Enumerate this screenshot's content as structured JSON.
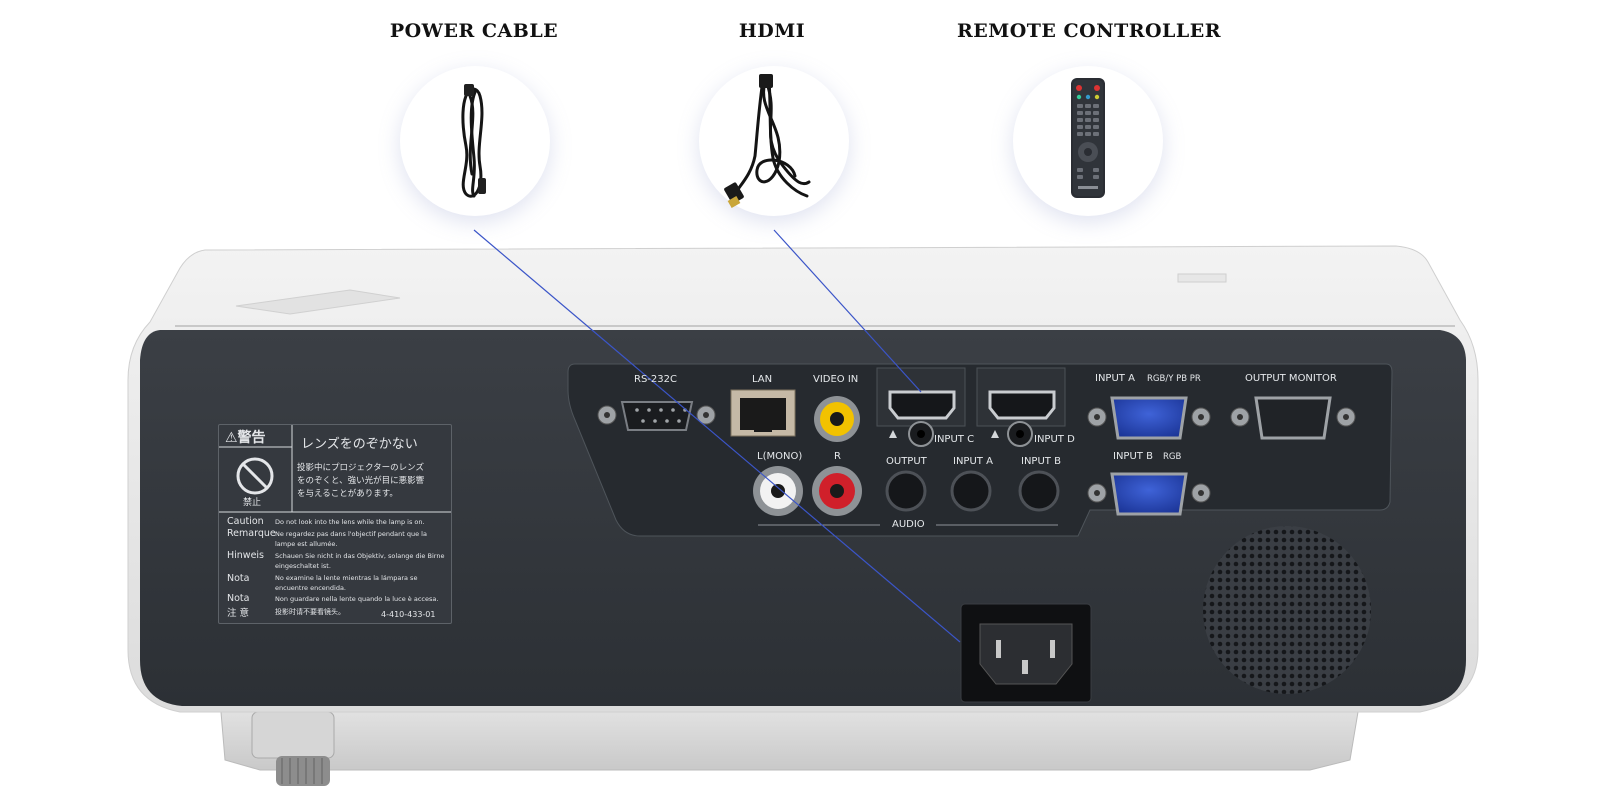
{
  "accessories": [
    {
      "label": "POWER CABLE",
      "icon": "power-cable-icon"
    },
    {
      "label": "HDMI",
      "icon": "hdmi-cable-icon"
    },
    {
      "label": "REMOTE CONTROLLER",
      "icon": "remote-controller-icon"
    }
  ],
  "ports": {
    "rs232c": "RS-232C",
    "lan": "LAN",
    "video_in": "VIDEO IN",
    "hdmi_c_input": "INPUT C",
    "hdmi_d_input": "INPUT D",
    "input_a": "INPUT A",
    "rgb_ypbpr": "RGB/Y PB PR",
    "output_monitor": "OUTPUT MONITOR",
    "l_mono": "L(MONO)",
    "r": "R",
    "output": "OUTPUT",
    "audio_input_a": "INPUT A",
    "audio_input_b": "INPUT B",
    "input_b": "INPUT B",
    "rgb": "RGB",
    "audio": "AUDIO"
  },
  "warning_label": {
    "heading_jp": "⚠警告",
    "title_jp": "レンズをのぞかない",
    "body_jp_1": "投影中にプロジェクターのレンズ",
    "body_jp_2": "をのぞくと、強い光が目に悪影響",
    "body_jp_3": "を与えることがあります。",
    "prohibited_jp": "禁止",
    "rows": [
      {
        "lang": "Caution",
        "text": "Do not look into the lens while the lamp is on."
      },
      {
        "lang": "Remarque",
        "text": "Ne regardez pas dans l'objectif pendant que la lampe est allumée."
      },
      {
        "lang": "Hinweis",
        "text": "Schauen Sie nicht in das Objektiv, solange die Birne eingeschaltet ist."
      },
      {
        "lang": "Nota",
        "text": "No examine la lente mientras la lámpara se encuentre encendida."
      },
      {
        "lang": "Nota",
        "text": "Non guardare nella lente quando la luce è accesa."
      },
      {
        "lang": "注 意",
        "text": "投影时请不要看镜头。"
      }
    ],
    "part_number": "4-410-433-01"
  },
  "colors": {
    "leader_line": "#3b55c8",
    "body_dark": "#2f3338",
    "vga_blue": "#1f3fa6",
    "rca_yellow": "#f2c200",
    "rca_red": "#d0202a"
  }
}
